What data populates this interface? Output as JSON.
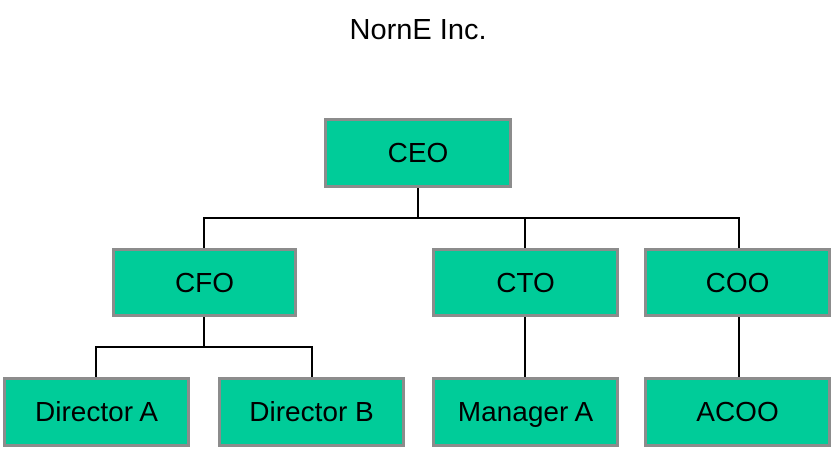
{
  "title": "NornE Inc.",
  "colors": {
    "background": "#ffffff",
    "node_fill": "#00cc99",
    "node_border": "#8c8c8c",
    "line": "#000000",
    "text": "#000000"
  },
  "org": {
    "nodes": [
      {
        "id": "ceo",
        "label": "CEO",
        "parent": null
      },
      {
        "id": "cfo",
        "label": "CFO",
        "parent": "ceo"
      },
      {
        "id": "cto",
        "label": "CTO",
        "parent": "ceo"
      },
      {
        "id": "coo",
        "label": "COO",
        "parent": "ceo"
      },
      {
        "id": "director_a",
        "label": "Director A",
        "parent": "cfo"
      },
      {
        "id": "director_b",
        "label": "Director B",
        "parent": "cfo"
      },
      {
        "id": "manager_a",
        "label": "Manager A",
        "parent": "cto"
      },
      {
        "id": "acoo",
        "label": "ACOO",
        "parent": "coo"
      }
    ]
  }
}
